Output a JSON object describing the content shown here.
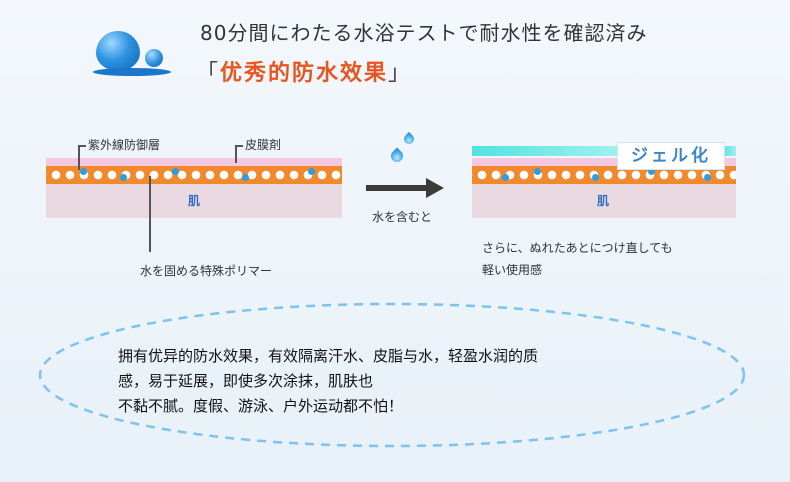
{
  "header": {
    "headline": "80分間にわたる水浴テストで耐水性を確認済み",
    "bracket_open": "「",
    "subtitle": "优秀的防水效果",
    "bracket_close": "」"
  },
  "diagram_left": {
    "label_uv": "紫外線防御層",
    "label_film": "皮膜剤",
    "label_skin": "肌",
    "label_polymer": "水を固める特殊ポリマー"
  },
  "arrow": {
    "label": "水を含むと"
  },
  "diagram_right": {
    "gel_label": "ジェル化",
    "label_skin": "肌",
    "caption_line1": "さらに、ぬれたあとにつけ直しても",
    "caption_line2": "軽い使用感"
  },
  "bubble": {
    "line1": "拥有优异的防水效果，有效隔离汗水、皮脂与水，轻盈水润的质",
    "line2": "感，易于延展，即使多次涂抹，肌肤也",
    "line3": "不黏不腻。度假、游泳、户外运动都不怕！"
  },
  "colors": {
    "accent": "#e8551f",
    "polymer_layer": "#f08a2c",
    "film_layer": "#f3c8e0",
    "gel_layer": "#52e2e0",
    "water_blue": "#2a9de6",
    "bubble_border": "#7ec3ee"
  },
  "icons": [
    "water-drops-logo-icon",
    "water-drop-icon",
    "right-arrow-icon"
  ]
}
